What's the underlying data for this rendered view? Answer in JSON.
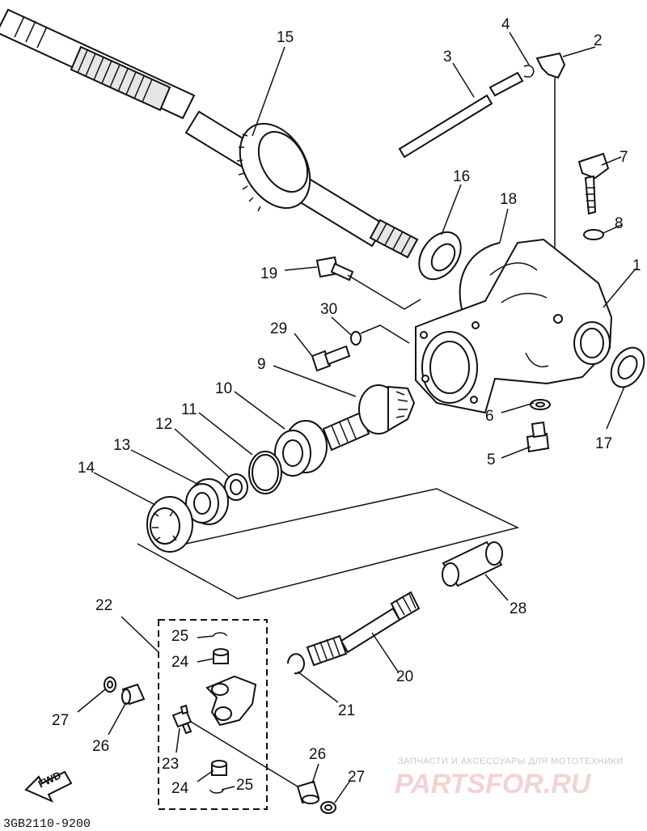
{
  "diagram": {
    "part_numbers": [
      "1",
      "2",
      "3",
      "4",
      "5",
      "6",
      "7",
      "8",
      "9",
      "10",
      "11",
      "12",
      "13",
      "14",
      "15",
      "16",
      "17",
      "18",
      "19",
      "20",
      "21",
      "22",
      "23",
      "24",
      "25",
      "26",
      "27",
      "28",
      "29",
      "30"
    ],
    "labels": {
      "p1": "1",
      "p2": "2",
      "p3": "3",
      "p4": "4",
      "p5": "5",
      "p6": "6",
      "p7": "7",
      "p8": "8",
      "p9": "9",
      "p10": "10",
      "p11": "11",
      "p12": "12",
      "p13": "13",
      "p14": "14",
      "p15": "15",
      "p16": "16",
      "p17": "17",
      "p18": "18",
      "p19": "19",
      "p20": "20",
      "p21": "21",
      "p22": "22",
      "p23": "23",
      "p24a": "24",
      "p24b": "24",
      "p25a": "25",
      "p25b": "25",
      "p26a": "26",
      "p26b": "26",
      "p27a": "27",
      "p27b": "27",
      "p28": "28",
      "p29": "29",
      "p30": "30"
    },
    "fwd_label": "FWD",
    "diagram_code": "3GB2110-9200"
  },
  "watermark": {
    "tagline": "ЗАПЧАСТИ И АКСЕССУАРЫ ДЛЯ МОТОТЕХНИКИ",
    "brand": "PARTSFOR.RU"
  },
  "colors": {
    "line": "#111111",
    "watermark_brand": "#f3d2d2",
    "watermark_tagline": "#c8c8c8"
  }
}
